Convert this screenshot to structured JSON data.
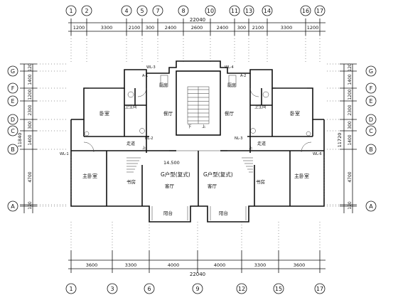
{
  "top_grid": {
    "axes": [
      "1",
      "2",
      "4",
      "5",
      "7",
      "8",
      "10",
      "11",
      "13",
      "14",
      "16",
      "17"
    ],
    "total": "22040",
    "dims": [
      "1200",
      "3300",
      "2100",
      "300",
      "2400",
      "2600",
      "2400",
      "300",
      "2100",
      "3300",
      "1200"
    ]
  },
  "bottom_grid": {
    "axes": [
      "1",
      "3",
      "6",
      "9",
      "12",
      "15",
      "17"
    ],
    "total": "22040",
    "dims": [
      "3600",
      "3300",
      "4000",
      "4000",
      "3300",
      "3600"
    ]
  },
  "left_grid": {
    "axes": [
      "G",
      "F",
      "E",
      "D",
      "C",
      "B",
      "A"
    ],
    "total": "11840",
    "dims": [
      "120",
      "1400",
      "1200",
      "2300",
      "300",
      "1400",
      "4700",
      "120"
    ]
  },
  "right_grid": {
    "axes": [
      "G",
      "F",
      "E",
      "D",
      "C",
      "B",
      "A"
    ],
    "total": "11720",
    "dims": [
      "120",
      "1400",
      "1200",
      "2300",
      "300",
      "1400",
      "4700",
      "120"
    ]
  },
  "rooms": {
    "bedroom_left": "卧室",
    "bedroom_right": "卧室",
    "master_bed_left": "主卧室",
    "master_bed_right": "主卧室",
    "study_left": "书房",
    "study_right": "书房",
    "living_left": "客厅",
    "living_right": "客厅",
    "dining_left": "餐厅",
    "dining_right": "餐厅",
    "kitchen_left": "厨房",
    "kitchen_right": "厨房",
    "bath_left": "卫生间",
    "bath_right": "卫生间",
    "balcony_left": "阳台",
    "balcony_right": "阳台",
    "stair_left": "上",
    "stair_right": "上",
    "corridor_left": "走道",
    "corridor_right": "走道",
    "unit_left": "G户型(复式)",
    "unit_right": "G户型(复式)",
    "elevation": "14.500",
    "stair_down": "下",
    "stair_up": "上"
  },
  "tags": {
    "wl3": "WL-3",
    "wl4": "WL-4",
    "wl1": "WL-1",
    "wl6": "WL-6",
    "al1": "A-1",
    "al2": "A-2",
    "nl2": "NL-2",
    "nl3": "NL-3"
  }
}
